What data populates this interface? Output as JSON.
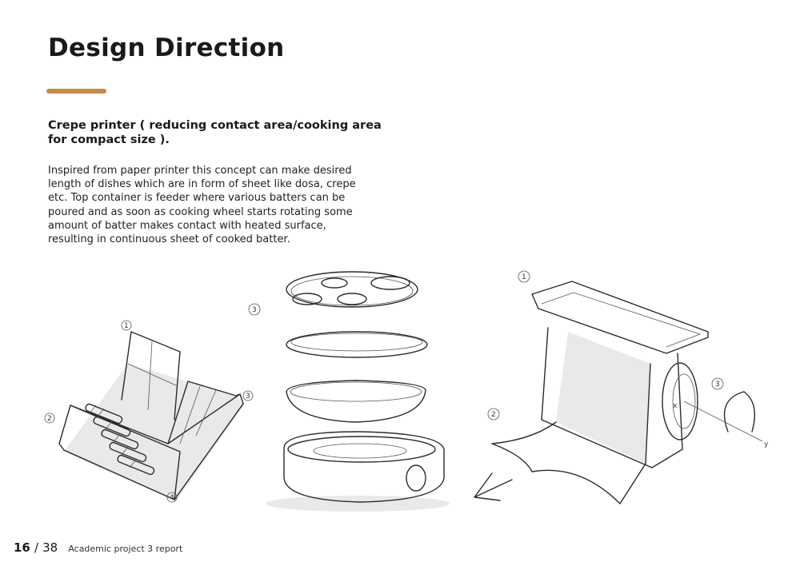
{
  "page": {
    "title": "Design Direction",
    "accent_color": "#c98a4b",
    "subtitle": "Crepe printer ( reducing contact area/cooking area for compact size ).",
    "body": "Inspired from paper printer this concept can make desired length of dishes which are in form of sheet like dosa, crepe etc. Top container is feeder where various batters can be poured and as soon as cooking wheel starts rotating some amount of batter makes contact with heated surface, resulting in continuous sheet of cooked batter."
  },
  "sketches": {
    "left_markers": [
      "1",
      "2",
      "3",
      "4"
    ],
    "middle_markers": [
      "3"
    ],
    "right_markers": [
      "1",
      "2",
      "3"
    ],
    "axis_labels": [
      "x",
      "y"
    ]
  },
  "footer": {
    "page_number": "16",
    "separator": "/",
    "total_pages": "38",
    "report_name": "Academic project 3 report"
  }
}
